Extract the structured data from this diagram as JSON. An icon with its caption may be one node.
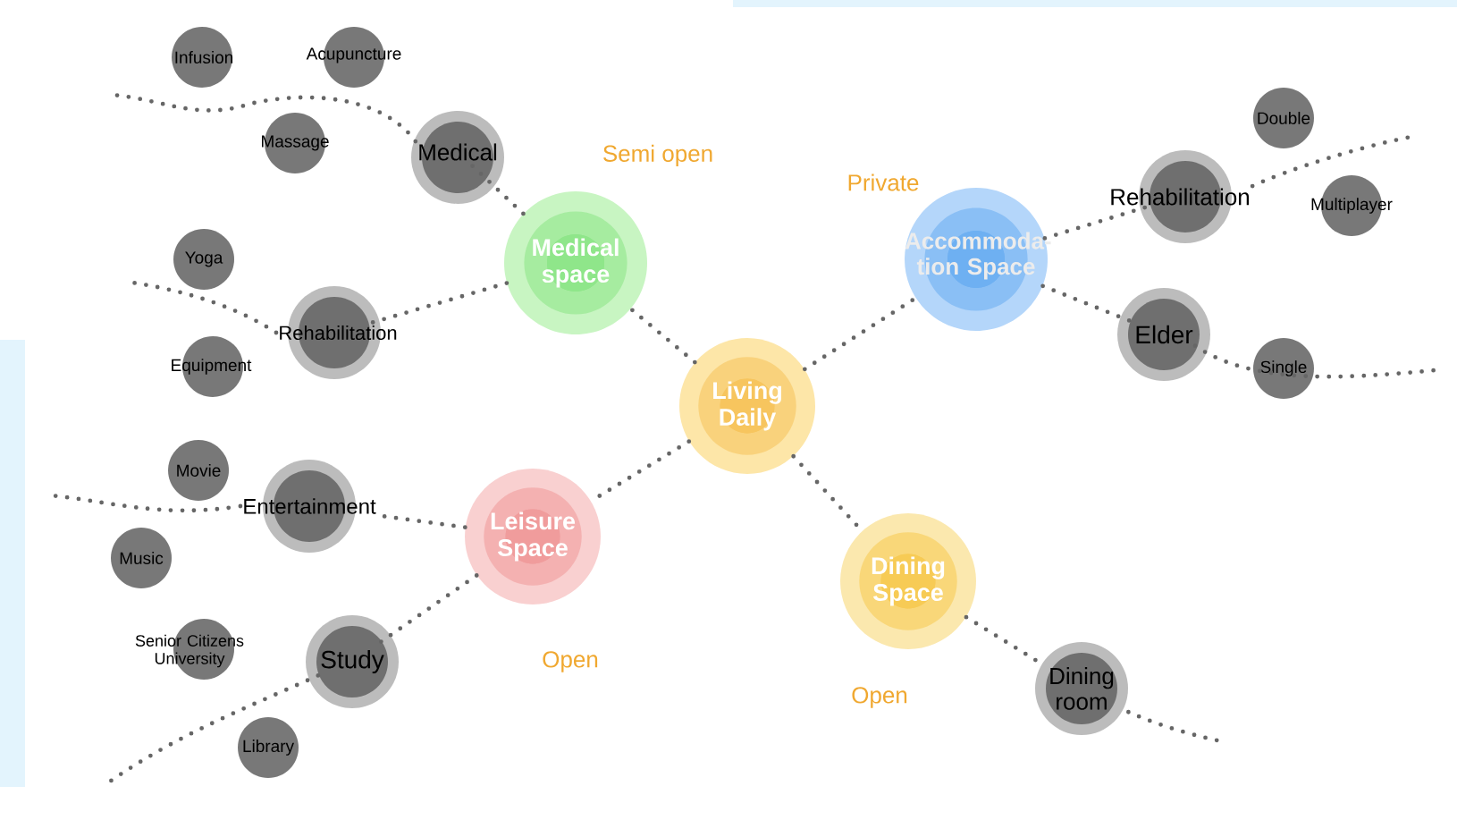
{
  "diagram": {
    "nodes": [
      {
        "text": [
          "Infusion"
        ]
      },
      {
        "text": [
          "Acupuncture"
        ]
      },
      {
        "text": [
          "Massage"
        ]
      },
      {
        "text": [
          "Medical"
        ]
      },
      {
        "text": [
          "Medical space"
        ]
      },
      {
        "text": [
          "Yoga"
        ]
      },
      {
        "text": [
          "Rehabilitation"
        ]
      },
      {
        "text": [
          "Equipment"
        ]
      },
      {
        "text": [
          "Living Daily"
        ]
      },
      {
        "text": [
          "Accommoda- tion Space"
        ]
      },
      {
        "text": [
          "Rehabilitation"
        ]
      },
      {
        "text": [
          "Double"
        ]
      },
      {
        "text": [
          "Multiplayer"
        ]
      },
      {
        "text": [
          "Elder"
        ]
      },
      {
        "text": [
          "Single"
        ]
      },
      {
        "text": [
          "Movie"
        ]
      },
      {
        "text": [
          "Entertainment"
        ]
      },
      {
        "text": [
          "Leisure Space"
        ]
      },
      {
        "text": [
          "Music"
        ]
      },
      {
        "text": [
          "Senior Citizens University"
        ]
      },
      {
        "text": [
          "Study"
        ]
      },
      {
        "text": [
          "Library"
        ]
      },
      {
        "text": [
          "Dining Space"
        ]
      },
      {
        "text": [
          "Dining room"
        ]
      }
    ],
    "edges": [
      {
        "from": 3,
        "to": null,
        "arrow": "none"
      },
      {
        "from": 4,
        "to": 3,
        "arrow": "none"
      },
      {
        "from": 6,
        "to": null,
        "arrow": "none"
      },
      {
        "from": 4,
        "to": 6,
        "arrow": "none"
      },
      {
        "from": 8,
        "to": 4,
        "arrow": "none"
      },
      {
        "from": 8,
        "to": 9,
        "arrow": "none"
      },
      {
        "from": 9,
        "to": 10,
        "arrow": "none"
      },
      {
        "from": 10,
        "to": null,
        "arrow": "none"
      },
      {
        "from": 9,
        "to": 13,
        "arrow": "none"
      },
      {
        "from": 13,
        "to": null,
        "arrow": "none"
      },
      {
        "from": 16,
        "to": null,
        "arrow": "none"
      },
      {
        "from": 17,
        "to": 16,
        "arrow": "none"
      },
      {
        "from": 8,
        "to": 17,
        "arrow": "none"
      },
      {
        "from": 17,
        "to": 20,
        "arrow": "none"
      },
      {
        "from": 20,
        "to": null,
        "arrow": "none"
      },
      {
        "from": 8,
        "to": 22,
        "arrow": "none"
      },
      {
        "from": 22,
        "to": 23,
        "arrow": "none"
      },
      {
        "from": 23,
        "to": null,
        "arrow": "none"
      }
    ],
    "labels": [
      "Semi open",
      "Private",
      "Open",
      "Open"
    ]
  }
}
